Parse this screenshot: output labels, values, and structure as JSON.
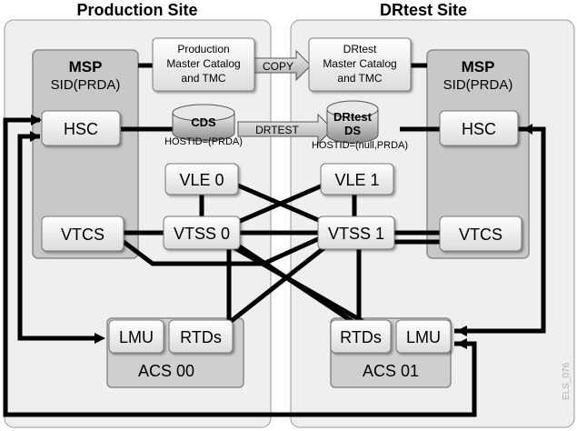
{
  "sites": {
    "production": {
      "title": "Production Site"
    },
    "drtest": {
      "title": "DRtest Site"
    }
  },
  "msp_left": {
    "title": "MSP",
    "sid": "SID(PRDA)",
    "hsc": "HSC",
    "vtcs": "VTCS"
  },
  "msp_right": {
    "title": "MSP",
    "sid": "SID(PRDA)",
    "hsc": "HSC",
    "vtcs": "VTCS"
  },
  "catalog_left": {
    "line1": "Production",
    "line2": "Master Catalog",
    "line3": "and TMC"
  },
  "catalog_right": {
    "line1": "DRtest",
    "line2": "Master Catalog",
    "line3": "and TMC"
  },
  "copy_arrow": {
    "label": "COPY"
  },
  "cds": {
    "title": "CDS",
    "hostid": "HOSTID=(PRDA)"
  },
  "drtest_arrow": {
    "label": "DRTEST"
  },
  "drtest_ds": {
    "title_line1": "DRtest",
    "title_line2": "DS",
    "hostid": "HOSTID=(null,PRDA)"
  },
  "vle0": {
    "label": "VLE 0"
  },
  "vle1": {
    "label": "VLE 1"
  },
  "vtss0": {
    "label": "VTSS 0"
  },
  "vtss1": {
    "label": "VTSS 1"
  },
  "acs00": {
    "title": "ACS 00",
    "lmu": "LMU",
    "rtds": "RTDs"
  },
  "acs01": {
    "title": "ACS 01",
    "lmu": "LMU",
    "rtds": "RTDs"
  },
  "watermark": "ELS_076",
  "colors": {
    "site_bg": "#efefef",
    "msp_bg": "#c8c8c8",
    "box_bg": "#ffffff",
    "acs_bg": "#cfcfcf",
    "line": "#000000"
  }
}
